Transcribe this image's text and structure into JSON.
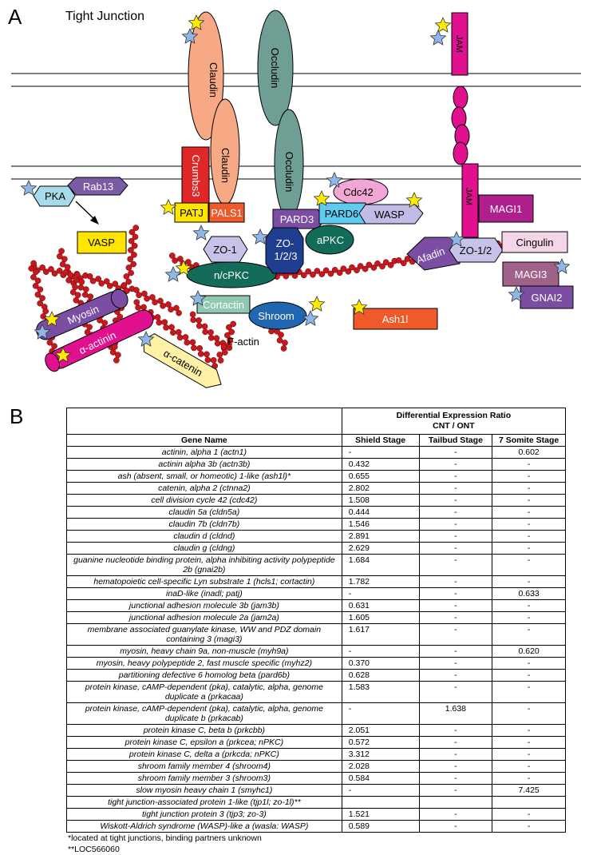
{
  "panel_a": {
    "letter": "A",
    "title": "Tight Junction",
    "labels": {
      "claudin_top": "Claudin",
      "claudin_mid": "Claudin",
      "occludin_top": "Occludin",
      "occludin_mid": "Occludin",
      "jam_top": "JAM",
      "jam_mid": "JAM",
      "crumbs3": "Crumbs3",
      "patj": "PATJ",
      "pals1": "PALS1",
      "pard3": "PARD3",
      "cdc42": "Cdc42",
      "pard6": "PARD6",
      "wasp": "WASP",
      "apkc": "aPKC",
      "zo123_a": "ZO-",
      "zo123_b": "1/2/3",
      "zo1": "ZO-1",
      "ncpkc": "n/cPKC",
      "cortactin": "Cortactin",
      "shroom": "Shroom",
      "factin": "F-actin",
      "pka": "PKA",
      "rab13": "Rab13",
      "vasp": "VASP",
      "myosin": "Myosin",
      "actinin": "α-actinin",
      "catenin": "α-catenin",
      "magi1": "MAGI1",
      "afadin": "Afadin",
      "zo12": "ZO-1/2",
      "cingulin": "Cingulin",
      "magi3": "MAGI3",
      "gnai2": "GNAI2",
      "ash1l": "Ash1l"
    },
    "colors": {
      "claudin": "#f7a986",
      "occludin": "#6f9e94",
      "jam": "#e0108f",
      "crumbs3": "#e02626",
      "patj": "#ffe500",
      "pals1": "#f05a2a",
      "pard3": "#7b4ea3",
      "cdc42": "#f2a6d6",
      "pard6": "#5ecbf0",
      "wasp": "#c0bce6",
      "apkc": "#136b59",
      "zo123": "#1f3e8f",
      "zo1": "#c6c2e8",
      "ncpkc": "#136b59",
      "cortactin": "#8fc9b1",
      "shroom": "#2066b0",
      "factin": "#c8171d",
      "pka": "#a6dcea",
      "rab13": "#7b5aa6",
      "vasp": "#ffe500",
      "myosin": "#7b4ea3",
      "actinin": "#e0108f",
      "catenin": "#fff2a6",
      "magi1": "#b0208c",
      "afadin": "#7b4ea3",
      "cingulin": "#f5d5e8",
      "magi3": "#a1628a",
      "gnai2": "#7b4ea3",
      "ash1l": "#f05a2a",
      "star_yellow": "#ffeb00",
      "star_blue": "#8eb6e6"
    }
  },
  "panel_b": {
    "letter": "B",
    "header": {
      "group_title_line1": "Differential Expression Ratio",
      "group_title_line2": "CNT / ONT",
      "col_gene": "Gene Name",
      "col_shield": "Shield Stage",
      "col_tailbud": "Tailbud Stage",
      "col_somite": "7 Somite Stage"
    },
    "rows": [
      {
        "gene": "actinin, alpha 1 (actn1)",
        "shield": "-",
        "tailbud": "-",
        "somite": "0.602"
      },
      {
        "gene": "actinin alpha 3b (actn3b)",
        "shield": "0.432",
        "tailbud": "-",
        "somite": "-"
      },
      {
        "gene": "ash (absent, small, or homeotic) 1-like (ash1l)*",
        "shield": "0.655",
        "tailbud": "-",
        "somite": "-"
      },
      {
        "gene": "catenin, alpha 2 (ctnna2)",
        "shield": "2.802",
        "tailbud": "-",
        "somite": "-"
      },
      {
        "gene": "cell division cycle 42 (cdc42)",
        "shield": "1.508",
        "tailbud": "-",
        "somite": "-"
      },
      {
        "gene": "claudin 5a (cldn5a)",
        "shield": "0.444",
        "tailbud": "-",
        "somite": "-"
      },
      {
        "gene": "claudin 7b (cldn7b)",
        "shield": "1.546",
        "tailbud": "-",
        "somite": "-"
      },
      {
        "gene": "claudin d (cldnd)",
        "shield": "2.891",
        "tailbud": "-",
        "somite": "-"
      },
      {
        "gene": "claudin g (cldng)",
        "shield": "2.629",
        "tailbud": "-",
        "somite": "-"
      },
      {
        "gene": "guanine nucleotide binding protein, alpha inhibiting activity polypeptide 2b (gnai2b)",
        "shield": "1.684",
        "tailbud": "-",
        "somite": "-"
      },
      {
        "gene": "hematopoietic cell-specific Lyn substrate 1 (hcls1; cortactin)",
        "shield": "1.782",
        "tailbud": "-",
        "somite": "-"
      },
      {
        "gene": "inaD-like (inadl; patj)",
        "shield": "-",
        "tailbud": "-",
        "somite": "0.633"
      },
      {
        "gene": "junctional adhesion molecule 3b (jam3b)",
        "shield": "0.631",
        "tailbud": "-",
        "somite": "-"
      },
      {
        "gene": "junctional adhesion molecule 2a (jam2a)",
        "shield": "1.605",
        "tailbud": "-",
        "somite": "-"
      },
      {
        "gene": "membrane associated guanylate kinase, WW and PDZ domain containing 3 (magi3)",
        "shield": "1.617",
        "tailbud": "-",
        "somite": "-"
      },
      {
        "gene": "myosin, heavy chain 9a, non-muscle (myh9a)",
        "shield": "-",
        "tailbud": "-",
        "somite": "0.620"
      },
      {
        "gene": "myosin, heavy polypeptide 2, fast muscle specific (myhz2)",
        "shield": "0.370",
        "tailbud": "-",
        "somite": "-"
      },
      {
        "gene": "partitioning defective 6 homolog beta (pard6b)",
        "shield": "0.628",
        "tailbud": "-",
        "somite": "-"
      },
      {
        "gene": "protein kinase, cAMP-dependent (pka), catalytic, alpha, genome duplicate a (prkacaa)",
        "shield": "1.583",
        "tailbud": "-",
        "somite": "-"
      },
      {
        "gene": "protein kinase, cAMP-dependent (pka), catalytic, alpha, genome duplicate b (prkacab)",
        "shield": "-",
        "tailbud": "1.638",
        "somite": "-"
      },
      {
        "gene": "protein kinase C, beta b (prkcbb)",
        "shield": "2.051",
        "tailbud": "-",
        "somite": "-"
      },
      {
        "gene": "protein kinase C, epsilon a (prkcea; nPKC)",
        "shield": "0.572",
        "tailbud": "-",
        "somite": "-"
      },
      {
        "gene": "protein kinase C, delta a (prkcda; nPKC)",
        "shield": "3.312",
        "tailbud": "-",
        "somite": "-"
      },
      {
        "gene": "shroom family member 4 (shroom4)",
        "shield": "2.028",
        "tailbud": "-",
        "somite": "-"
      },
      {
        "gene": "shroom family member 3 (shroom3)",
        "shield": "0.584",
        "tailbud": "-",
        "somite": "-"
      },
      {
        "gene": "slow myosin heavy chain 1 (smyhc1)",
        "shield": "-",
        "tailbud": "-",
        "somite": "7.425"
      },
      {
        "gene": "tight junction-associated protein 1-like (tjp1l; zo-1l)**",
        "shield": "",
        "tailbud": "",
        "somite": ""
      },
      {
        "gene": "tight junction protein 3 (tjp3; zo-3)",
        "shield": "1.521",
        "tailbud": "-",
        "somite": "-"
      },
      {
        "gene": "Wiskott-Aldrich syndrome (WASP)-like a (wasla: WASP)",
        "shield": "0.589",
        "tailbud": "-",
        "somite": "-"
      }
    ],
    "footnotes": [
      "*located at tight junctions, binding partners unknown",
      "**LOC566060"
    ]
  }
}
